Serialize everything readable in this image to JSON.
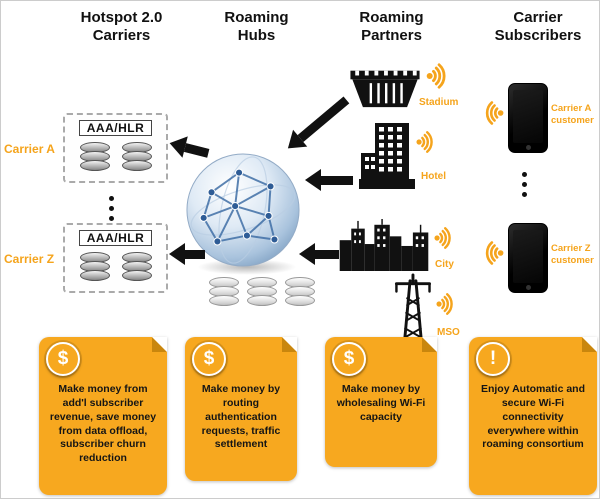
{
  "colors": {
    "gold": "#F5A41C",
    "box_gold": "#F7A81F",
    "fold_gold": "#C9860D",
    "arrow_black": "#111111",
    "globe_blue": "#3F6EA6"
  },
  "headers": {
    "carriers": "Hotspot 2.0\nCarriers",
    "hubs": "Roaming\nHubs",
    "partners": "Roaming\nPartners",
    "subscribers": "Carrier\nSubscribers"
  },
  "carriers": {
    "a": {
      "label": "Carrier A",
      "system": "AAA/HLR"
    },
    "z": {
      "label": "Carrier Z",
      "system": "AAA/HLR"
    }
  },
  "partners": {
    "stadium": "Stadium",
    "hotel": "Hotel",
    "city": "City",
    "mso": "MSO"
  },
  "subscribers": {
    "a": "Carrier A customer",
    "z": "Carrier Z customer"
  },
  "benefits": [
    {
      "badge": "$",
      "text": "Make money from add'l subscriber revenue, save money from data offload, subscriber churn reduction"
    },
    {
      "badge": "$",
      "text": "Make money by routing authentication requests, traffic settlement"
    },
    {
      "badge": "$",
      "text": "Make money by wholesaling Wi-Fi capacity"
    },
    {
      "badge": "!",
      "text": "Enjoy Automatic and secure Wi-Fi connectivity everywhere within roaming consortium"
    }
  ]
}
